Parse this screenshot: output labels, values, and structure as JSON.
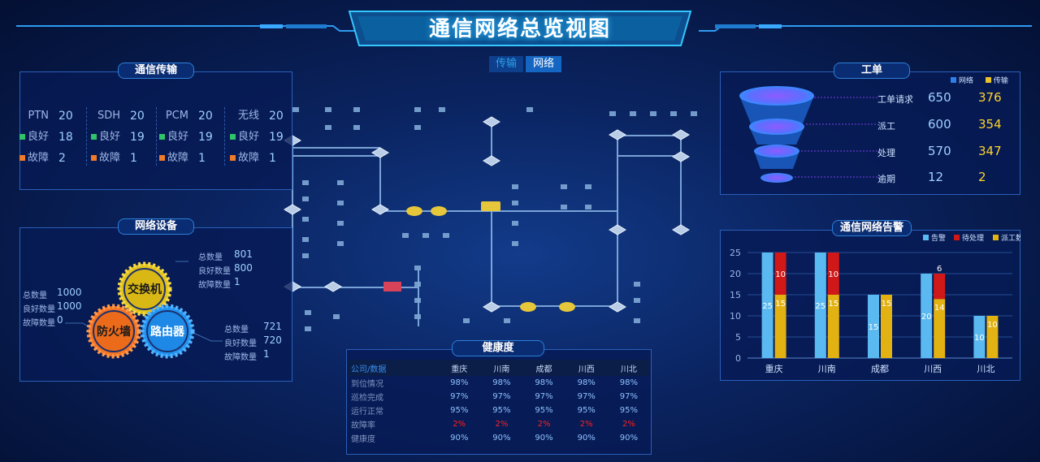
{
  "title": "通信网络总览视图",
  "tabs": [
    {
      "label": "传输",
      "active": false
    },
    {
      "label": "网络",
      "active": true
    }
  ],
  "transmission": {
    "title": "通信传输",
    "labels": {
      "good": "良好",
      "fault": "故障"
    },
    "columns": [
      {
        "name": "PTN",
        "total": "20",
        "good": "18",
        "fault": "2"
      },
      {
        "name": "SDH",
        "total": "20",
        "good": "19",
        "fault": "1"
      },
      {
        "name": "PCM",
        "total": "20",
        "good": "19",
        "fault": "1"
      },
      {
        "name": "无线",
        "total": "20",
        "good": "19",
        "fault": "1"
      }
    ],
    "colors": {
      "good": "#2fc46a",
      "fault": "#ef7a2a"
    }
  },
  "devices": {
    "title": "网络设备",
    "switch": {
      "name": "交换机",
      "labels": [
        "总数量",
        "良好数量",
        "故障数量"
      ],
      "values": [
        "801",
        "800",
        "1"
      ],
      "color": "#e0c21d"
    },
    "firewall": {
      "name": "防火墙",
      "labels": [
        "总数量",
        "良好数量",
        "故障数量"
      ],
      "values": [
        "1000",
        "1000",
        "0"
      ],
      "color": "#f27423"
    },
    "router": {
      "name": "路由器",
      "labels": [
        "总数量",
        "良好数量",
        "故障数量"
      ],
      "values": [
        "721",
        "720",
        "1"
      ],
      "color": "#2193f0"
    }
  },
  "work_orders": {
    "title": "工单",
    "legend": [
      {
        "name": "网络",
        "color": "#2f7fe8"
      },
      {
        "name": "传输",
        "color": "#e8c42a"
      }
    ],
    "rows": [
      {
        "label": "工单请求",
        "network": "650",
        "transmission": "376"
      },
      {
        "label": "派工",
        "network": "600",
        "transmission": "354"
      },
      {
        "label": "处理",
        "network": "570",
        "transmission": "347"
      },
      {
        "label": "逾期",
        "network": "12",
        "transmission": "2"
      }
    ]
  },
  "alarms": {
    "title": "通信网络告警"
  },
  "health": {
    "title": "健康度",
    "header": [
      "公司/数据",
      "重庆",
      "川南",
      "成都",
      "川西",
      "川北"
    ],
    "rows": [
      {
        "label": "到位情况",
        "values": [
          "98%",
          "98%",
          "98%",
          "98%",
          "98%"
        ],
        "alert": false
      },
      {
        "label": "巡检完成",
        "values": [
          "97%",
          "97%",
          "97%",
          "97%",
          "97%"
        ],
        "alert": false
      },
      {
        "label": "运行正常",
        "values": [
          "95%",
          "95%",
          "95%",
          "95%",
          "95%"
        ],
        "alert": false
      },
      {
        "label": "故障率",
        "values": [
          "2%",
          "2%",
          "2%",
          "2%",
          "2%"
        ],
        "alert": true
      },
      {
        "label": "健康度",
        "values": [
          "90%",
          "90%",
          "90%",
          "90%",
          "90%"
        ],
        "alert": false
      }
    ]
  },
  "chart_data": {
    "type": "bar",
    "title": "通信网络告警",
    "categories": [
      "重庆",
      "川南",
      "成都",
      "川西",
      "川北"
    ],
    "series": [
      {
        "name": "告警",
        "color": "#5ab9f0",
        "values": [
          25,
          25,
          15,
          20,
          10
        ],
        "stacked": false
      },
      {
        "name": "待处理",
        "color": "#d01818",
        "values": [
          10,
          10,
          0,
          6,
          0
        ],
        "stacked": true
      },
      {
        "name": "派工数",
        "color": "#e2b112",
        "values": [
          15,
          15,
          15,
          14,
          10
        ],
        "stacked": true
      }
    ],
    "ylim": [
      0,
      25
    ],
    "yticks": [
      0,
      5,
      10,
      15,
      20,
      25
    ],
    "legend": "top-right",
    "grid": true
  }
}
